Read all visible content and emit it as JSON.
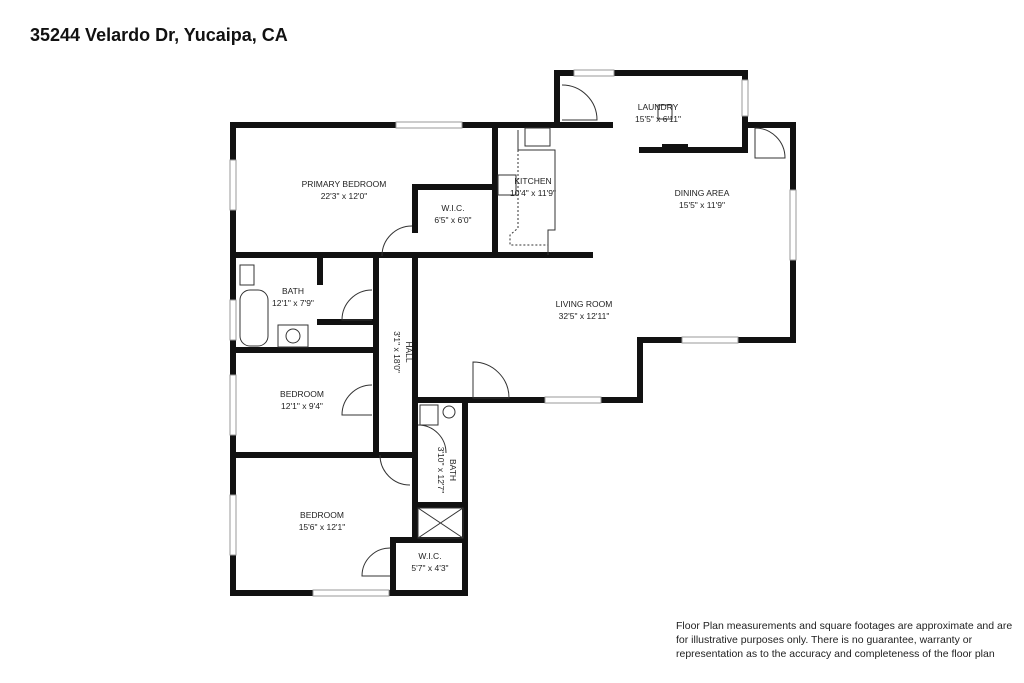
{
  "title": "35244 Velardo Dr, Yucaipa, CA",
  "rooms": [
    {
      "name": "PRIMARY BEDROOM",
      "size": "22'3\" x 12'0\""
    },
    {
      "name": "W.I.C.",
      "size": "6'5\" x 6'0\""
    },
    {
      "name": "KITCHEN",
      "size": "10'4\" x 11'9\""
    },
    {
      "name": "LAUNDRY",
      "size": "15'5\" x 6'11\""
    },
    {
      "name": "DINING AREA",
      "size": "15'5\" x 11'9\""
    },
    {
      "name": "BATH",
      "size": "12'1\" x 7'9\""
    },
    {
      "name": "LIVING ROOM",
      "size": "32'5\" x 12'11\""
    },
    {
      "name": "HALL",
      "size": "3'1\" x 18'0\""
    },
    {
      "name": "BEDROOM",
      "size": "12'1\" x 9'4\""
    },
    {
      "name": "BATH",
      "size": "3'10\" x 12'7\""
    },
    {
      "name": "BEDROOM",
      "size": "15'6\" x 12'1\""
    },
    {
      "name": "W.I.C.",
      "size": "5'7\" x 4'3\""
    }
  ],
  "disclaimer": "Floor Plan measurements and square footages are approximate and are for illustrative purposes only. There is no guarantee, warranty or representation as to the accuracy and completeness of the floor plan"
}
